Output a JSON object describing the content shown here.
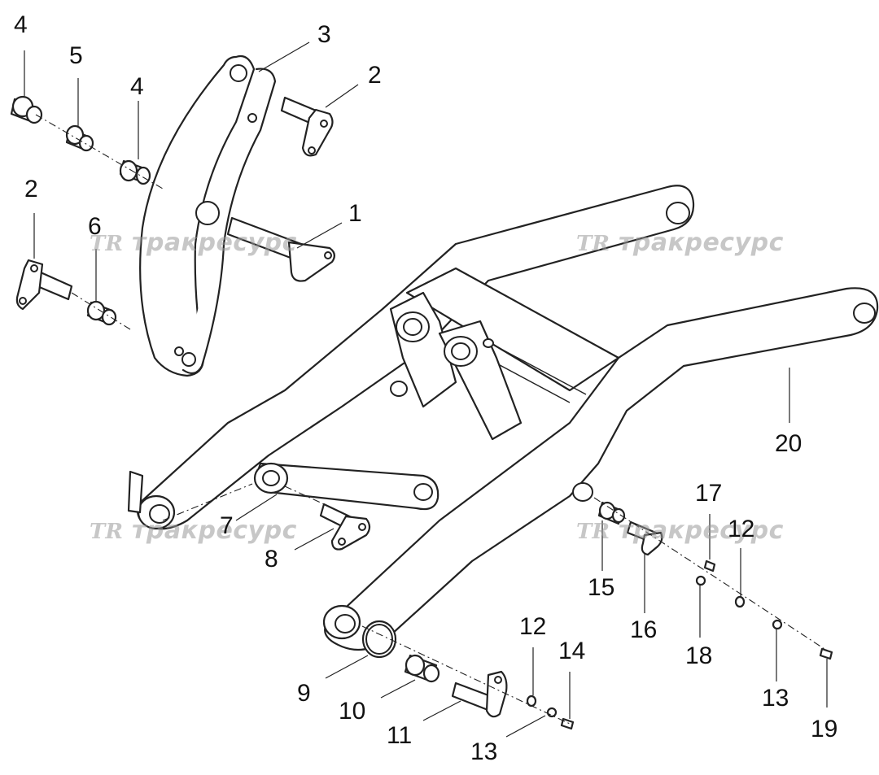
{
  "watermark": {
    "logo": "TR",
    "text": "тракресурс"
  },
  "callouts": {
    "c1": "1",
    "c2a": "2",
    "c2b": "2",
    "c3": "3",
    "c4a": "4",
    "c4b": "4",
    "c5": "5",
    "c6": "6",
    "c7": "7",
    "c8": "8",
    "c9": "9",
    "c10": "10",
    "c11": "11",
    "c12a": "12",
    "c12b": "12",
    "c13a": "13",
    "c13b": "13",
    "c14": "14",
    "c15": "15",
    "c16": "16",
    "c17": "17",
    "c18": "18",
    "c19": "19",
    "c20": "20"
  }
}
